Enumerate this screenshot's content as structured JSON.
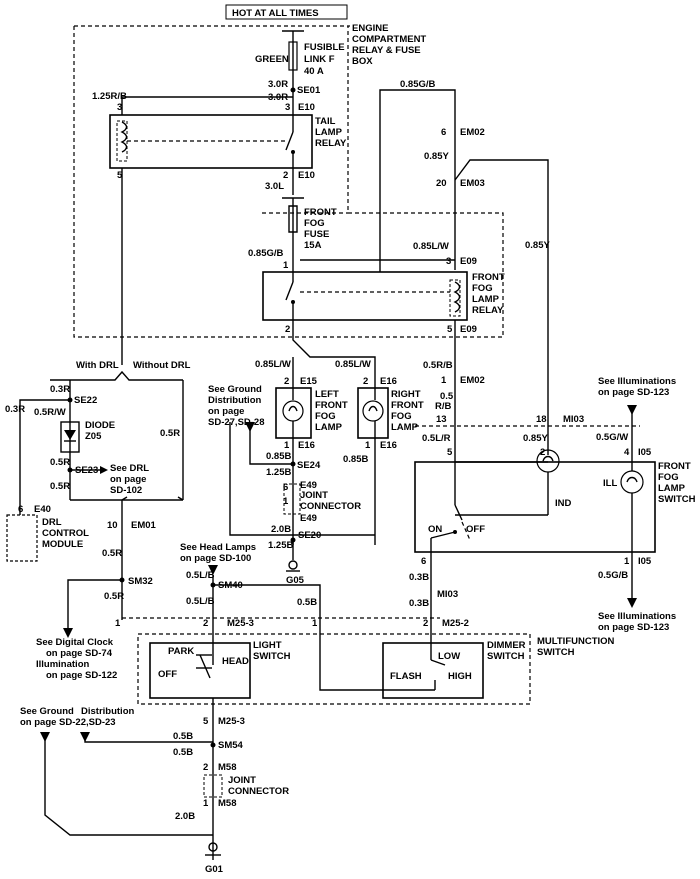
{
  "header": {
    "hot": "HOT AT ALL TIMES"
  },
  "engine_box": {
    "l1": "ENGINE",
    "l2": "COMPARTMENT",
    "l3": "RELAY & FUSE",
    "l4": "BOX"
  },
  "fusible_link": {
    "l1": "FUSIBLE",
    "l2": "LINK F",
    "l3": "40 A",
    "wire": "GREEN"
  },
  "wires": {
    "w125rb": "1.25R/B",
    "w30r_a": "3.0R",
    "w30r_b": "3.0R",
    "w085gb_top": "0.85G/B",
    "w30l": "3.0L",
    "w085gb_mid": "0.85G/B",
    "w085lw_relay": "0.85L/W",
    "w085y_a": "0.85Y",
    "w085y_b": "0.85Y",
    "w085y_c": "0.85Y",
    "w085lw_l": "0.85L/W",
    "w085lw_r": "0.85L/W",
    "w05rb_a": "0.5R/B",
    "w05rb_b": "0.5",
    "w05rb_c": "R/B",
    "w05lr": "0.5L/R",
    "w05gw": "0.5G/W",
    "w05gb": "0.5G/B",
    "w03r": "0.3R",
    "w03r_left": "0.3R",
    "w05rw": "0.5R/W",
    "w05r_a": "0.5R",
    "w05r_b": "0.5R",
    "w05r_c": "0.5R",
    "w05r_d": "0.5R",
    "w05r_e": "0.5R",
    "w085b_a": "0.85B",
    "w085b_b": "0.85B",
    "w125b_a": "1.25B",
    "w20b": "2.0B",
    "w125b_b": "1.25B",
    "w05lb_a": "0.5L/B",
    "w05lb_b": "0.5L/B",
    "w05b_a": "0.5B",
    "w03b_a": "0.3B",
    "w03b_b": "0.3B",
    "w05b_b": "0.5B",
    "w05b_c": "0.5B",
    "w20b_g": "2.0B"
  },
  "pins": {
    "p3a": "3",
    "p3b": "3",
    "p5": "5",
    "p2a": "2",
    "p1a": "1",
    "p3c": "3",
    "p1b": "1",
    "p2b": "2",
    "p5b": "5",
    "p6": "6",
    "p20": "20",
    "p2c": "2",
    "p1c": "1",
    "p1d": "1",
    "p2d": "2",
    "p1e": "1",
    "p2e": "2",
    "p1f": "1",
    "p6b": "6",
    "p1g": "1",
    "p2f": "2",
    "p1h": "1",
    "p13": "13",
    "p18": "18",
    "p5c": "5",
    "p2g": "2",
    "p4": "4",
    "p6c": "6",
    "p1i": "1",
    "p6d": "6",
    "p10": "10",
    "p1j": "1",
    "p2h": "2",
    "p1k": "1",
    "p2i": "2",
    "p5d": "5",
    "p2j": "2",
    "p1l": "1"
  },
  "connectors": {
    "se01": "SE01",
    "e10a": "E10",
    "e10b": "E10",
    "em02a": "EM02",
    "em03": "EM03",
    "e09a": "E09",
    "e09b": "E09",
    "em02b": "EM02",
    "e15": "E15",
    "e16a": "E16",
    "e16b": "E16",
    "e16c": "E16",
    "se24": "SE24",
    "e49a": "E49",
    "e49b": "E49",
    "se20": "SE20",
    "g05": "G05",
    "mi03a": "MI03",
    "i05a": "I05",
    "i05b": "I05",
    "se22": "SE22",
    "se23": "SE23",
    "e40": "E40",
    "em01": "EM01",
    "sm32": "SM32",
    "sm40": "SM40",
    "m253a": "M25-3",
    "mi03b": "MI03",
    "m252": "M25-2",
    "m253b": "M25-3",
    "sm54": "SM54",
    "m58a": "M58",
    "m58b": "M58",
    "g01": "G01"
  },
  "components": {
    "tail_relay": {
      "l1": "TAIL",
      "l2": "LAMP",
      "l3": "RELAY"
    },
    "fog_fuse": {
      "l1": "FRONT",
      "l2": "FOG",
      "l3": "FUSE",
      "l4": "15A"
    },
    "fog_relay": {
      "l1": "FRONT",
      "l2": "FOG",
      "l3": "LAMP",
      "l4": "RELAY"
    },
    "left_lamp": {
      "l1": "LEFT",
      "l2": "FRONT",
      "l3": "FOG",
      "l4": "LAMP"
    },
    "right_lamp": {
      "l1": "RIGHT",
      "l2": "FRONT",
      "l3": "FOG",
      "l4": "LAMP"
    },
    "joint_upper": {
      "l1": "JOINT",
      "l2": "CONNECTOR"
    },
    "joint_lower": {
      "l1": "JOINT",
      "l2": "CONNECTOR"
    },
    "fog_switch": {
      "l1": "FRONT",
      "l2": "FOG",
      "l3": "LAMP",
      "l4": "SWITCH",
      "ind": "IND",
      "ill": "ILL",
      "on": "ON",
      "off": "OFF"
    },
    "diode": {
      "l1": "DIODE",
      "l2": "Z05"
    },
    "drl_module": {
      "l1": "DRL",
      "l2": "CONTROL",
      "l3": "MODULE"
    },
    "light_switch": {
      "l1": "LIGHT",
      "l2": "SWITCH",
      "park": "PARK",
      "head": "HEAD",
      "off": "OFF"
    },
    "dimmer_switch": {
      "l1": "DIMMER",
      "l2": "SWITCH",
      "low": "LOW",
      "flash": "FLASH",
      "high": "HIGH"
    },
    "multifunction": {
      "l1": "MULTIFUNCTION",
      "l2": "SWITCH"
    }
  },
  "labels": {
    "with_drl": "With DRL",
    "without_drl": "Without DRL"
  },
  "references": {
    "ground_sd27": {
      "l1": "See Ground",
      "l2": "Distribution",
      "l3": "on page",
      "l4": "SD-27,SD-28"
    },
    "illum_top": {
      "l1": "See Illuminations",
      "l2": "on page SD-123"
    },
    "illum_bottom": {
      "l1": "See Illuminations",
      "l2": "on page SD-123"
    },
    "drl_ref": {
      "l1": "See DRL",
      "l2": "on page",
      "l3": "SD-102"
    },
    "head_lamps": {
      "l1": "See Head Lamps",
      "l2": "on page SD-100"
    },
    "digital_clock": {
      "l1": "See Digital Clock",
      "l2": "on page SD-74",
      "l3": "Illumination",
      "l4": "on page SD-122"
    },
    "ground_sd22": {
      "l1": "See Ground",
      "l2": "Distribution",
      "l3": "on page SD-22,SD-23"
    }
  }
}
